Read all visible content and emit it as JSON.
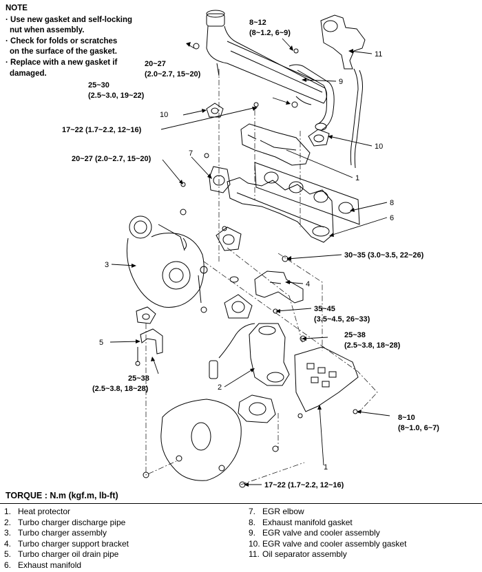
{
  "note": {
    "title": "NOTE",
    "lines": [
      "· Use new gasket and self-locking",
      "  nut when assembly.",
      "· Check for folds or scratches",
      "  on the surface of the gasket.",
      "· Replace with a new gasket if",
      "  damaged."
    ]
  },
  "torque_specs": {
    "t1_a": "8~12",
    "t1_b": "(8~1.2, 6~9)",
    "t2_a": "20~27",
    "t2_b": "(2.0~2.7, 15~20)",
    "t3_a": "25~30",
    "t3_b": "(2.5~3.0, 19~22)",
    "t4": "17~22 (1.7~2.2, 12~16)",
    "t5": "20~27 (2.0~2.7, 15~20)",
    "t6": "30~35 (3.0~3.5, 22~26)",
    "t7_a": "35~45",
    "t7_b": "(3.5~4.5, 26~33)",
    "t8_a": "25~38",
    "t8_b": "(2.5~3.8, 18~28)",
    "t9_a": "25~38",
    "t9_b": "(2.5~3.8, 18~28)",
    "t10_a": "8~10",
    "t10_b": "(8~1.0, 6~7)",
    "t11": "17~22 (1.7~2.2, 12~16)"
  },
  "callouts": {
    "c11": "11",
    "c9": "9",
    "c10a": "10",
    "c10b": "10",
    "c7": "7",
    "c1a": "1",
    "c8": "8",
    "c6": "6",
    "c3": "3",
    "c4": "4",
    "c5": "5",
    "c2": "2",
    "c1b": "1"
  },
  "torque_heading": "TORQUE : N.m (kgf.m, lb-ft)",
  "legend": {
    "left": [
      {
        "n": "1.",
        "label": "Heat protector"
      },
      {
        "n": "2.",
        "label": "Turbo charger discharge pipe"
      },
      {
        "n": "3.",
        "label": "Turbo charger assembly"
      },
      {
        "n": "4.",
        "label": "Turbo charger support bracket"
      },
      {
        "n": "5.",
        "label": "Turbo charger oil drain pipe"
      },
      {
        "n": "6.",
        "label": "Exhaust manifold"
      }
    ],
    "right": [
      {
        "n": "7.",
        "label": "EGR elbow"
      },
      {
        "n": "8.",
        "label": "Exhaust manifold gasket"
      },
      {
        "n": "9.",
        "label": "EGR valve and cooler assembly"
      },
      {
        "n": "10.",
        "label": "EGR valve and cooler assembly gasket"
      },
      {
        "n": "11.",
        "label": "Oil separator assembly"
      }
    ]
  }
}
